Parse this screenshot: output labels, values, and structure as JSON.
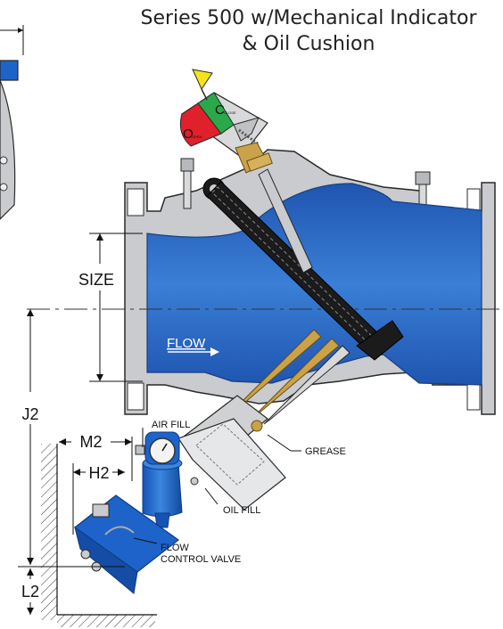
{
  "title": {
    "line1": "Series 500 w/Mechanical Indicator",
    "line2": "& Oil Cushion"
  },
  "labels": {
    "size": "SIZE",
    "flow": "FLOW",
    "j2": "J2",
    "m2": "M2",
    "h2": "H2",
    "l2": "L2",
    "air_fill": "AIR FILL",
    "grease": "GREASE",
    "oil_fill": "OIL FILL",
    "flow_control_valve_1": "FLOW",
    "flow_control_valve_2": "CONTROL VALVE"
  },
  "indicator": {
    "close_letter": "C",
    "close_word": "CLOSE",
    "open_letter": "O",
    "open_word": "OPEN"
  },
  "colors": {
    "body_gray": "#c9cbce",
    "bore_blue": "#2f6fc4",
    "cylinder_blue": "#1d63c9",
    "brass": "#c9a24a",
    "indicator_red": "#e0202a",
    "indicator_green": "#2aa84a",
    "indicator_yellow": "#f5e21b",
    "outline": "#2a2a2a"
  }
}
